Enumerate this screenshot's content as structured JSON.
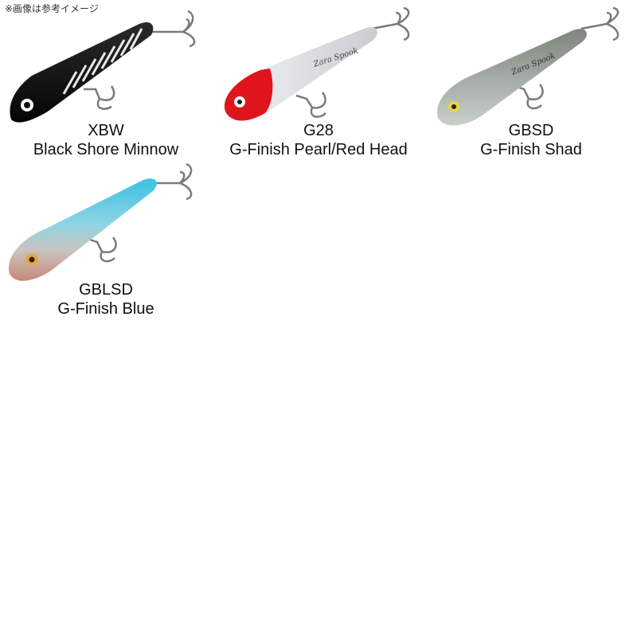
{
  "notice": "※画像は参考イメージ",
  "lures": [
    {
      "code": "XBW",
      "name": "Black Shore Minnow"
    },
    {
      "code": "G28",
      "name": "G-Finish Pearl/Red Head",
      "body_script": "Zara Spook"
    },
    {
      "code": "GBSD",
      "name": "G-Finish Shad",
      "body_script": "Zara Spook"
    },
    {
      "code": "GBLSD",
      "name": "G-Finish Blue"
    }
  ],
  "colors": {
    "xbw_body": "#111111",
    "g28_head": "#e0141c",
    "g28_body": "#e8e8ec",
    "gbsd_body": "#9aa39a",
    "gblsd_top": "#3ac4e6",
    "gblsd_belly": "#c98878",
    "hook": "#7a7a7a"
  }
}
